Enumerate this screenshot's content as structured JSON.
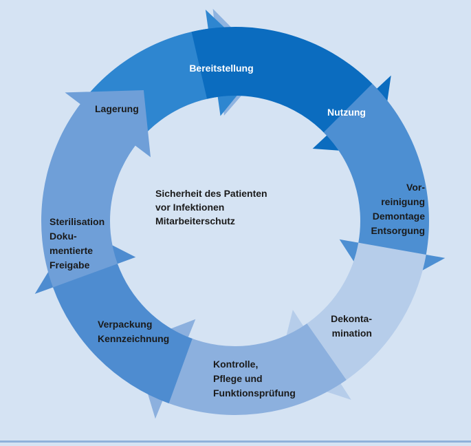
{
  "center_text": [
    "Sicherheit des Patienten",
    "vor Infektionen",
    "Mitarbeiterschutz"
  ],
  "steps": [
    {
      "id": "bereitstellung",
      "lines": [
        "Bereitstellung"
      ],
      "color": "#2e86d0",
      "text_color": "#ffffff"
    },
    {
      "id": "nutzung",
      "lines": [
        "Nutzung"
      ],
      "color": "#0b6cbf",
      "text_color": "#ffffff"
    },
    {
      "id": "vorreinigung",
      "lines": [
        "Vor-",
        "reinigung",
        "Demontage",
        "Entsorgung"
      ],
      "color": "#4d8fd2",
      "text_color": "#1a1a1a"
    },
    {
      "id": "dekontamination",
      "lines": [
        "Dekonta-",
        "mination"
      ],
      "color": "#b6cdea",
      "text_color": "#1a1a1a"
    },
    {
      "id": "kontrolle",
      "lines": [
        "Kontrolle,",
        "Pflege und",
        "Funktionsprüfung"
      ],
      "color": "#8cb0de",
      "text_color": "#1a1a1a"
    },
    {
      "id": "verpackung",
      "lines": [
        "Verpackung",
        "Kennzeichnung"
      ],
      "color": "#4e8cd0",
      "text_color": "#1a1a1a"
    },
    {
      "id": "sterilisation",
      "lines": [
        "Sterilisation",
        "Doku-",
        "mentierte",
        "Freigabe"
      ],
      "color": "#6f9fd8",
      "text_color": "#1a1a1a"
    },
    {
      "id": "lagerung",
      "lines": [
        "Lagerung"
      ],
      "color": "#8eb3e0",
      "text_color": "#1a1a1a"
    }
  ]
}
